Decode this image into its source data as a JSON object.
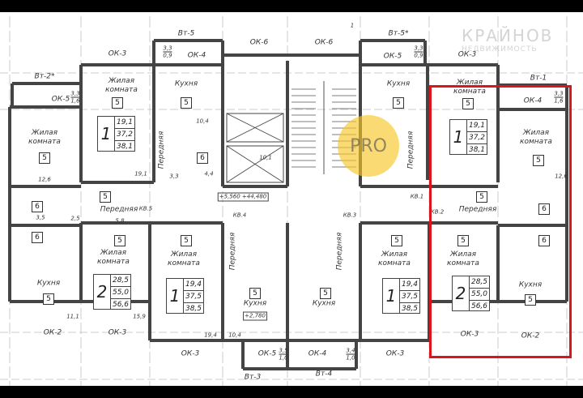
{
  "watermark": {
    "brand": "КРАЙНОВ",
    "subtitle": "НЕДВИЖИМОСТЬ",
    "badge": "PRO"
  },
  "colors": {
    "highlight": "#d9161c",
    "walls": "#444444",
    "badge": "#f7c828"
  },
  "marks": {
    "vt5": "Вт-5",
    "vt5s": "Вт-5*",
    "vt1": "Вт-1",
    "vt2s": "Вт-2*",
    "vt3": "Вт-3",
    "vt4": "Вт-4",
    "ok6a": "ОК-6",
    "ok6b": "ОК-6",
    "ok3_tl": "ОК-3",
    "ok4_t": "ОК-4",
    "ok5_t": "ОК-5",
    "ok3_tr": "ОК-3",
    "ok5_l": "ОК-5",
    "ok4_r": "ОК-4",
    "ok2_bl": "ОК-2",
    "ok3_bl": "ОК-3",
    "ok3_bc": "ОК-3",
    "ok5_b": "ОК-5",
    "ok4_b": "ОК-4",
    "ok3_bc2": "ОК-3",
    "ok3_br": "ОК-3",
    "ok2_br": "ОК-2",
    "kv5": "КВ.5",
    "kv4": "КВ.4",
    "kv3": "КВ.3",
    "kv1": "КВ.1",
    "kv2": "КВ.2",
    "elev": "+5,560 +44,480",
    "level": "+2,780",
    "axis": "1"
  },
  "fractions": {
    "b5_l": [
      "3,3",
      "0,9"
    ],
    "b5_r": [
      "3,3",
      "0,9"
    ],
    "b2_l": [
      "3,3",
      "1,6"
    ],
    "b1_r": [
      "3,3",
      "1,6"
    ],
    "b3": [
      "3,5",
      "1,0"
    ],
    "b4": [
      "3,4",
      "1,0"
    ]
  },
  "rooms": {
    "living": "Жилая комната",
    "kitchen": "Кухня",
    "hall": "Передняя",
    "finish_code": "5",
    "bath_code": "6"
  },
  "apartments": [
    {
      "rooms": "1",
      "living_area": "19,1",
      "total_area": "37,2",
      "total_with_balcony": "38,1"
    },
    {
      "rooms": "1",
      "living_area": "19,1",
      "total_area": "37,2",
      "total_with_balcony": "38,1"
    },
    {
      "rooms": "2",
      "living_area": "28,5",
      "total_area": "55,0",
      "total_with_balcony": "56,6"
    },
    {
      "rooms": "1",
      "living_area": "19,4",
      "total_area": "37,5",
      "total_with_balcony": "38,5"
    },
    {
      "rooms": "1",
      "living_area": "19,4",
      "total_area": "37,5",
      "total_with_balcony": "38,5"
    },
    {
      "rooms": "2",
      "living_area": "28,5",
      "total_area": "55,0",
      "total_with_balcony": "56,6"
    }
  ],
  "areas": [
    "19,1",
    "10,4",
    "12,6",
    "3,3",
    "4,4",
    "5,8",
    "11,1",
    "15,9",
    "19,4",
    "10,4",
    "2,5",
    "3,5",
    "10,1",
    "12,6"
  ]
}
